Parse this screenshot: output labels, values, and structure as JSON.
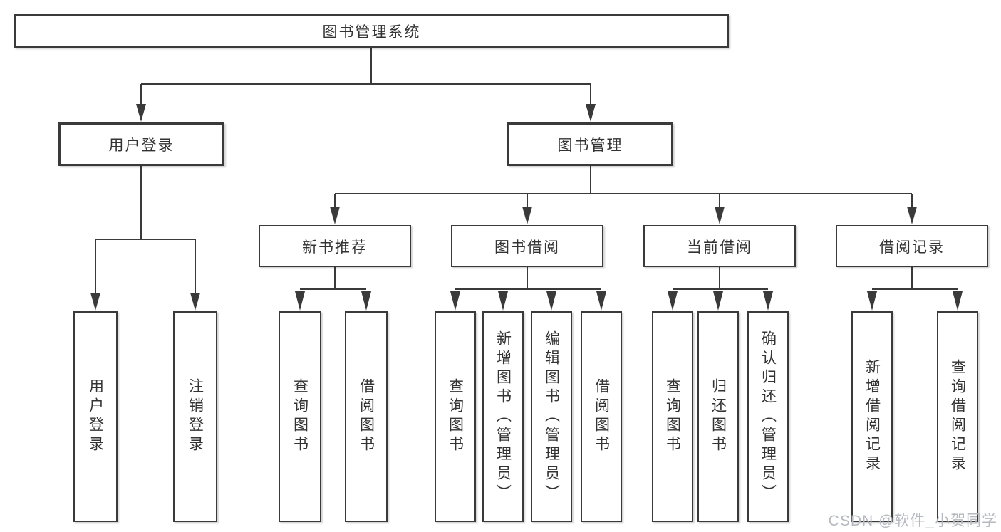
{
  "tree": {
    "root": "图书管理系统",
    "children": [
      {
        "label": "用户登录",
        "children": [
          "用户登录",
          "注销登录"
        ]
      },
      {
        "label": "图书管理",
        "children": [
          {
            "label": "新书推荐",
            "children": [
              "查询图书",
              "借阅图书"
            ]
          },
          {
            "label": "图书借阅",
            "children": [
              "查询图书",
              "新增图书（管理员）",
              "编辑图书（管理员）",
              "借阅图书"
            ]
          },
          {
            "label": "当前借阅",
            "children": [
              "查询图书",
              "归还图书",
              "确认归还（管理员）"
            ]
          },
          {
            "label": "借阅记录",
            "children": [
              "新增借阅记录",
              "查询借阅记录"
            ]
          }
        ]
      }
    ]
  },
  "watermark": "CSDN @软件_小贺同学",
  "colors": {
    "line": "#3a3a3a",
    "text": "#333333",
    "watermark": "#b6bac0"
  }
}
